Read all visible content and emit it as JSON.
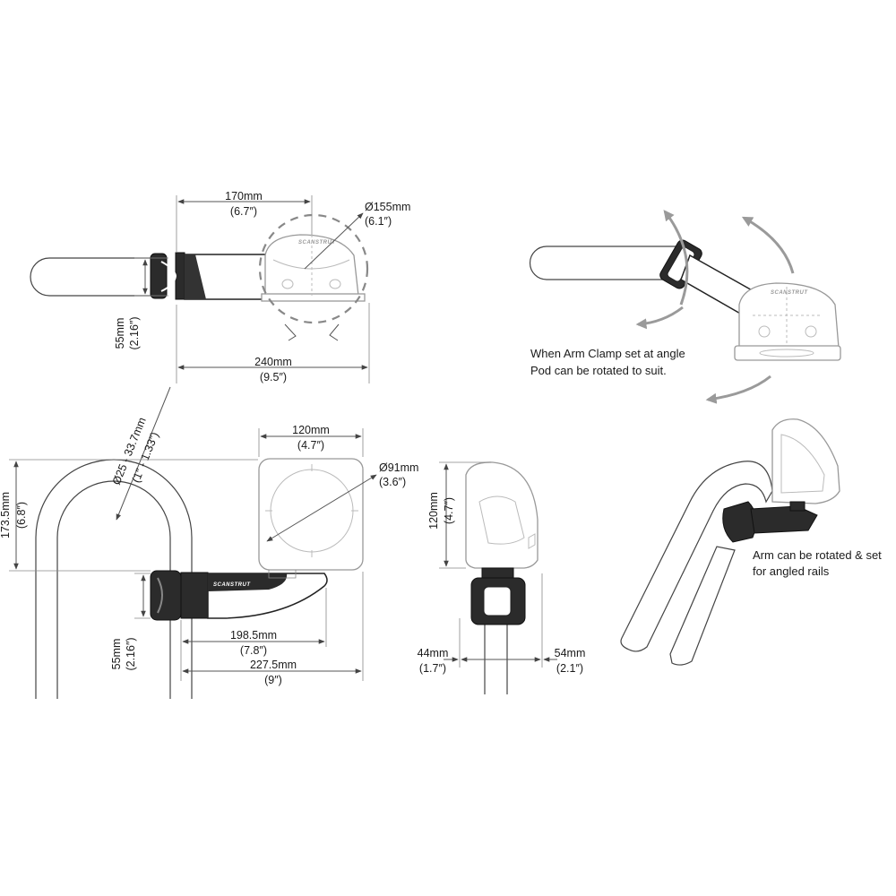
{
  "top_left_view": {
    "width_170": "170mm",
    "width_170_in": "(6.7″)",
    "diameter_155": "Ø155mm",
    "diameter_155_in": "(6.1″)",
    "height_55": "55mm",
    "height_55_in": "(2.16″)",
    "width_240": "240mm",
    "width_240_in": "(9.5″)"
  },
  "top_right_view": {
    "note_line1": "When Arm Clamp set at angle",
    "note_line2": "Pod can be rotated to suit."
  },
  "side_view": {
    "rail_diameter": "Ø25 - 33.7mm",
    "rail_diameter_in": "(1″ - 1.33″)",
    "height_173": "173.5mm",
    "height_173_in": "(6.8″)",
    "width_120": "120mm",
    "width_120_in": "(4.7″)",
    "diameter_91": "Ø91mm",
    "diameter_91_in": "(3.6″)",
    "height_55": "55mm",
    "height_55_in": "(2.16″)",
    "width_198": "198.5mm",
    "width_198_in": "(7.8″)",
    "width_227": "227.5mm",
    "width_227_in": "(9″)",
    "brand_logo": "SCANSTRUT"
  },
  "front_view": {
    "height_120": "120mm",
    "height_120_in": "(4.7″)",
    "width_44": "44mm",
    "width_44_in": "(1.7″)",
    "width_54": "54mm",
    "width_54_in": "(2.1″)"
  },
  "perspective_view": {
    "note_line1": "Arm can be rotated & set",
    "note_line2": "for angled rails"
  },
  "colors": {
    "line": "#555555",
    "pod_outline": "#999999",
    "clamp": "#2b2b2b",
    "arrow": "#9a9a9a"
  }
}
